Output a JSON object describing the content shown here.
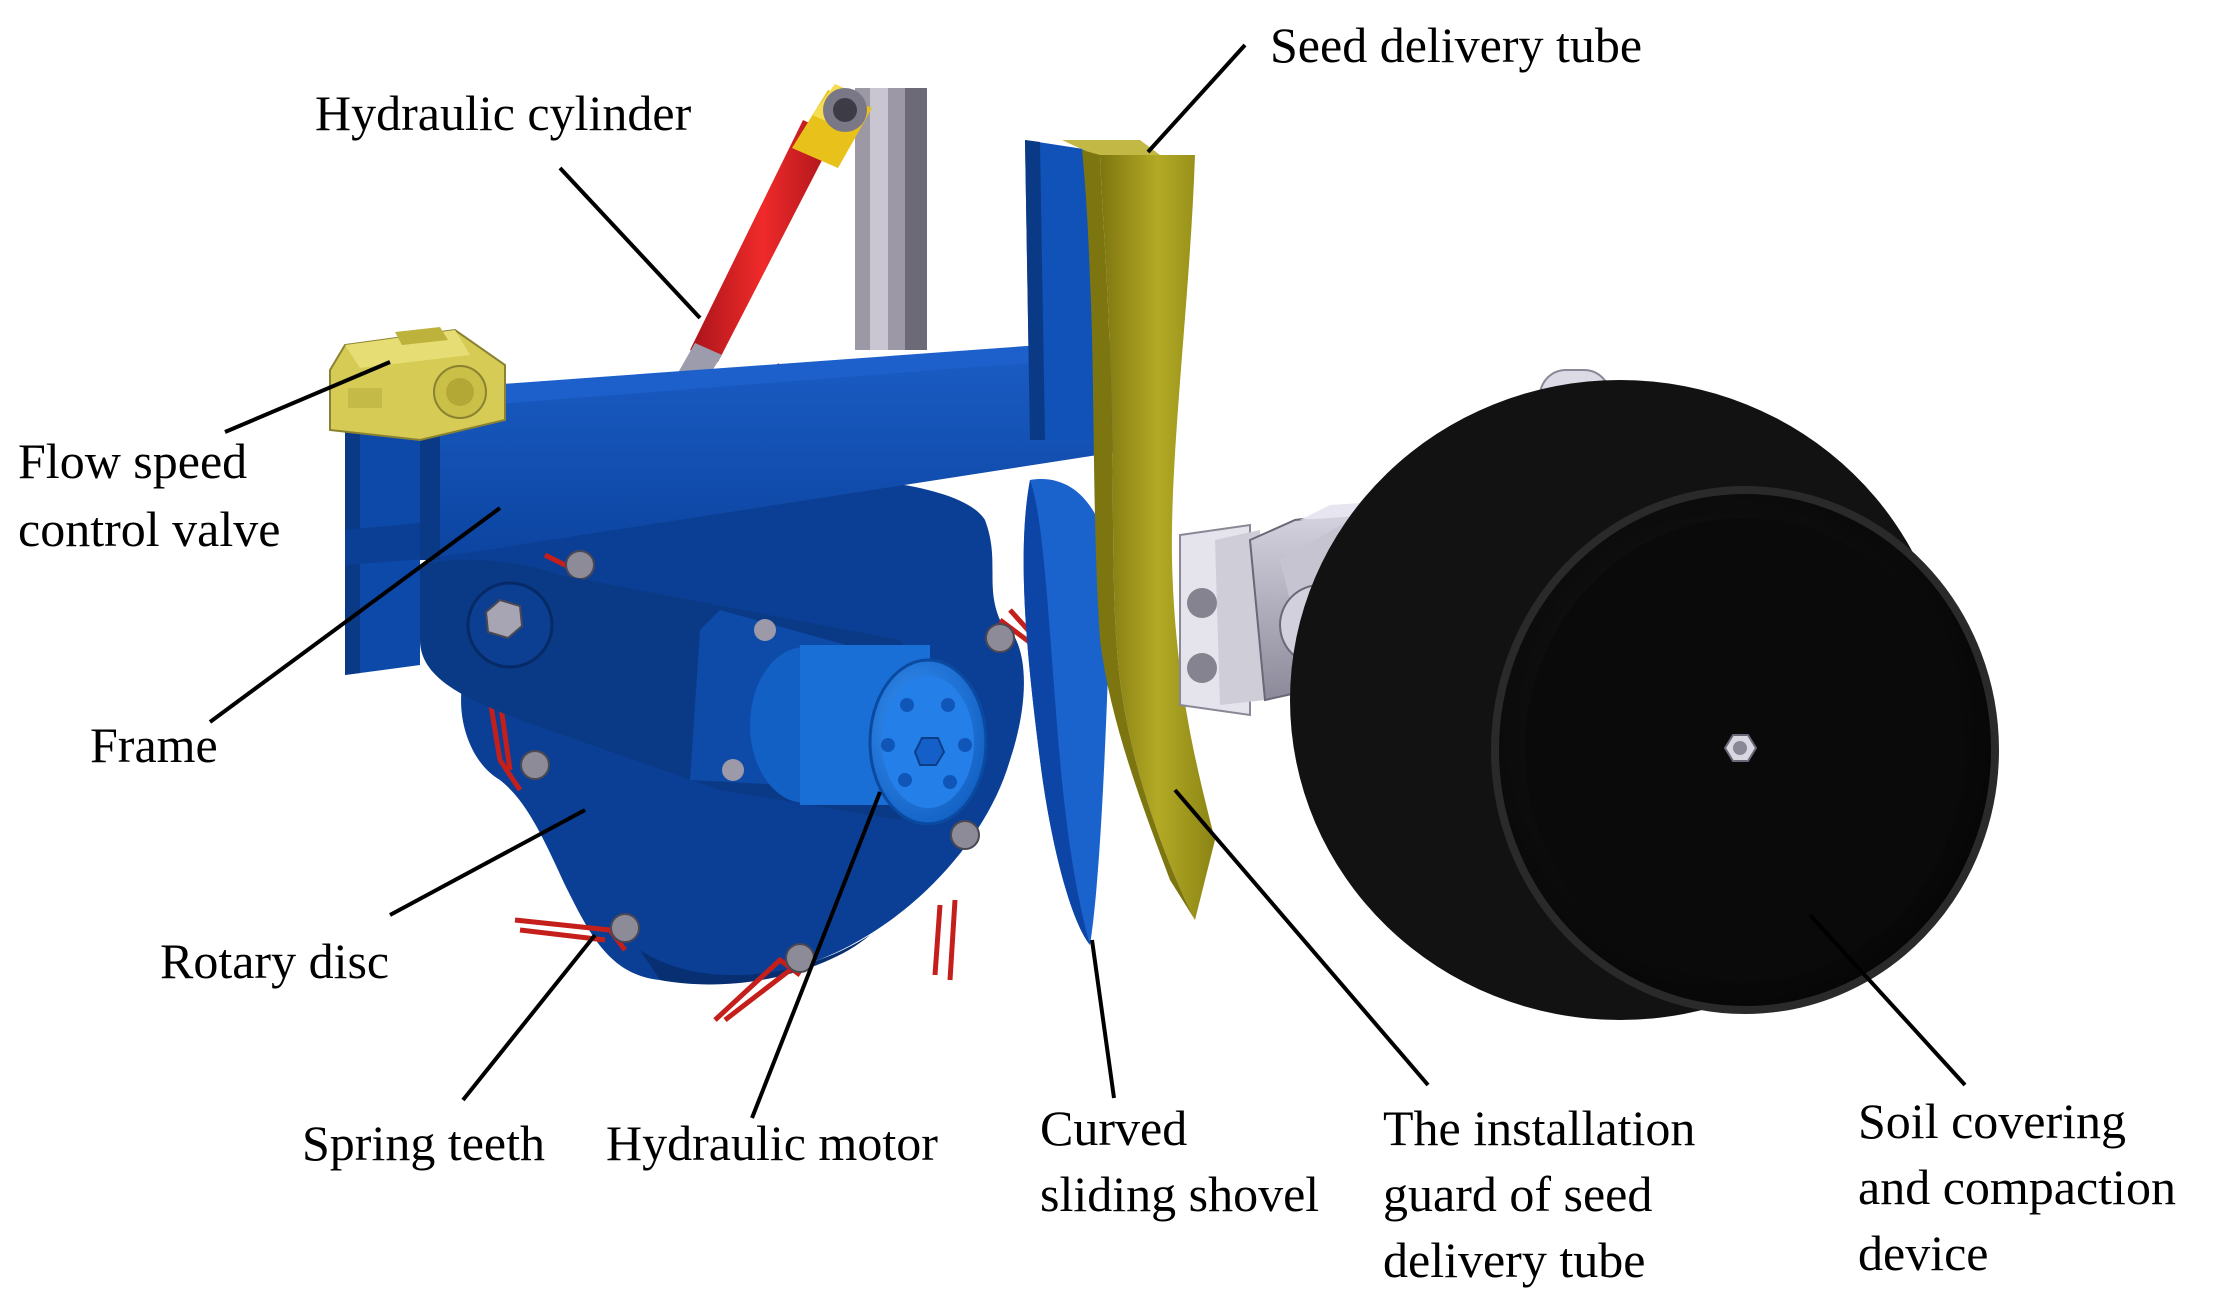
{
  "labels": {
    "seed_delivery_tube": "Seed delivery tube",
    "hydraulic_cylinder": "Hydraulic cylinder",
    "flow_speed_control_valve": [
      "Flow speed",
      "control valve"
    ],
    "frame": "Frame",
    "rotary_disc": "Rotary disc",
    "spring_teeth": "Spring teeth",
    "hydraulic_motor": "Hydraulic motor",
    "curved_sliding_shovel": [
      "Curved",
      "sliding shovel"
    ],
    "installation_guard": [
      "The installation",
      "guard of seed",
      "delivery tube"
    ],
    "soil_covering_device": [
      "Soil covering",
      "and compaction",
      "device"
    ]
  },
  "colors": {
    "frame_blue": "#0d49a8",
    "frame_blue_dark": "#0a3a86",
    "disc_blue": "#0b3f95",
    "motor_blue": "#1a77e0",
    "guard_olive": "#a39a1c",
    "guard_olive_dark": "#7f7812",
    "cylinder_red": "#d81f1f",
    "cylinder_yellow": "#e8c21a",
    "valve_yellow": "#d9cf5a",
    "spring_red": "#c0201c",
    "wheel_black": "#0b0b0b",
    "metal_gray": "#b9b6c6"
  }
}
